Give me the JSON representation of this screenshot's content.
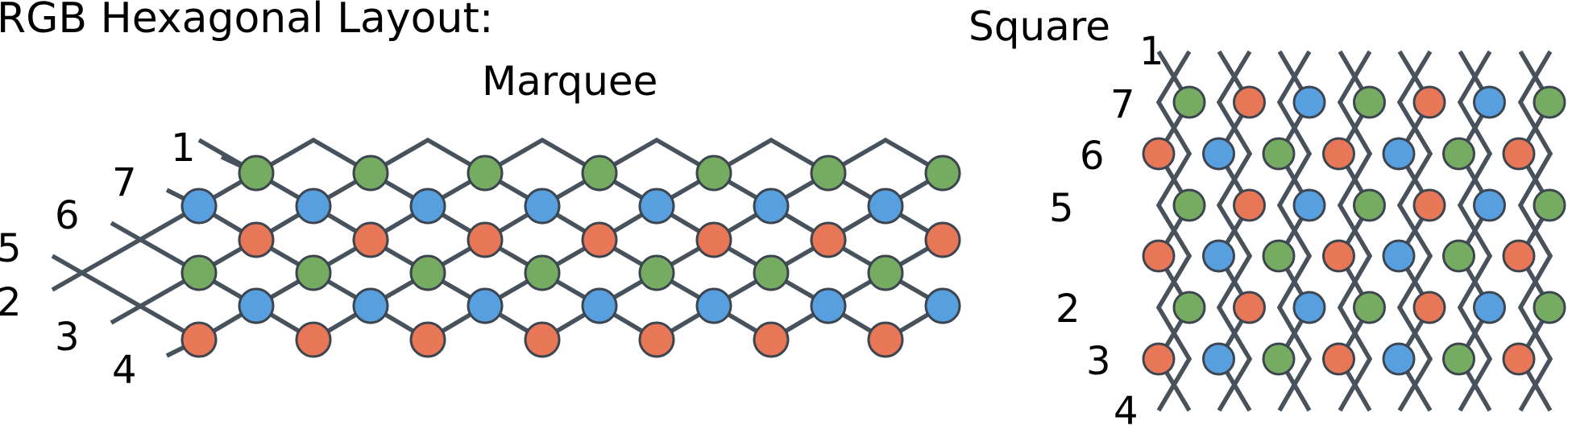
{
  "title": "RGB Hexagonal Layout:",
  "colors": {
    "wire": "#47525c",
    "led_stroke": "#3d4650",
    "green": "#76ab62",
    "blue": "#589fe0",
    "red": "#e87757"
  },
  "led_color_names": [
    "green",
    "blue",
    "red"
  ],
  "marquee": {
    "label": "Marquee",
    "row_labels": [
      "1",
      "7",
      "6",
      "5",
      "2",
      "3",
      "4"
    ],
    "led_rows": [
      [
        "green",
        "green",
        "green",
        "green",
        "green",
        "green",
        "green"
      ],
      [
        "blue",
        "blue",
        "blue",
        "blue",
        "blue",
        "blue",
        "blue"
      ],
      [
        "red",
        "red",
        "red",
        "red",
        "red",
        "red",
        "red"
      ],
      [
        "green",
        "green",
        "green",
        "green",
        "green",
        "green",
        "green"
      ],
      [
        "blue",
        "blue",
        "blue",
        "blue",
        "blue",
        "blue",
        "blue"
      ],
      [
        "red",
        "red",
        "red",
        "red",
        "red",
        "red",
        "red"
      ]
    ]
  },
  "square": {
    "label": "Square",
    "row_labels": [
      "1",
      "7",
      "6",
      "5",
      "2",
      "3",
      "4"
    ],
    "led_rows": [
      [
        "green",
        "red",
        "blue",
        "green",
        "red",
        "blue",
        "green"
      ],
      [
        "red",
        "blue",
        "green",
        "red",
        "blue",
        "green",
        "red"
      ],
      [
        "green",
        "red",
        "blue",
        "green",
        "red",
        "blue",
        "green"
      ],
      [
        "red",
        "blue",
        "green",
        "red",
        "blue",
        "green",
        "red"
      ],
      [
        "green",
        "red",
        "blue",
        "green",
        "red",
        "blue",
        "green"
      ],
      [
        "red",
        "blue",
        "green",
        "red",
        "blue",
        "green",
        "red"
      ]
    ]
  }
}
